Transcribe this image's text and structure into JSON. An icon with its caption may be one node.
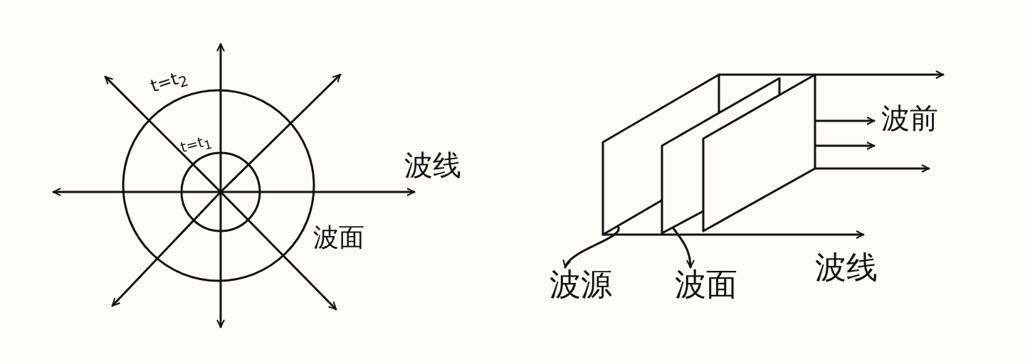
{
  "diagram": {
    "nodes": [
      {
        "text": [],
        "shape": "box"
      },
      {
        "text": [
          "波源"
        ]
      },
      {
        "text": [],
        "shape": "box"
      },
      {
        "text": [
          "波面"
        ]
      }
    ],
    "edges": [
      {
        "from": 0,
        "to": 1,
        "arrow": "to"
      },
      {
        "from": 2,
        "to": 3,
        "arrow": "to"
      }
    ],
    "labels": [
      "t=t$_{2}$",
      "t=t$_{1}$",
      "波线",
      "波面",
      "波前",
      "波线"
    ]
  }
}
